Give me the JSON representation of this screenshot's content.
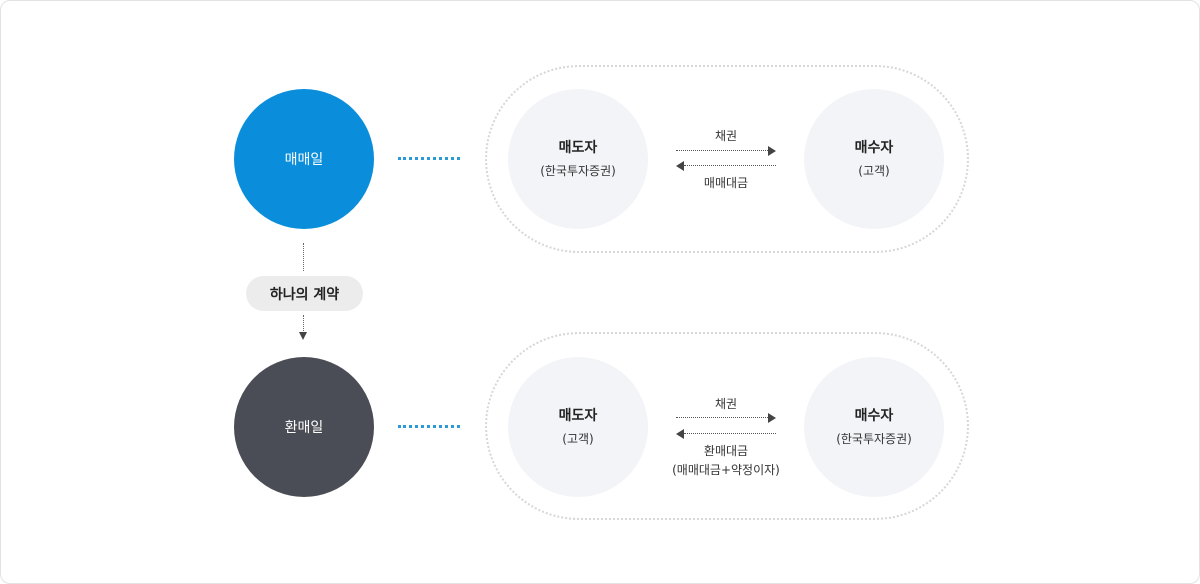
{
  "trade": {
    "date_label": "매매일",
    "seller": {
      "name": "매도자",
      "sub": "(한국투자증권)"
    },
    "buyer": {
      "name": "매수자",
      "sub": "(고객)"
    },
    "arrow_right_label": "채권",
    "arrow_left_label": "매매대금"
  },
  "contract": {
    "label": "하나의 계약"
  },
  "repurchase": {
    "date_label": "환매일",
    "seller": {
      "name": "매도자",
      "sub": "(고객)"
    },
    "buyer": {
      "name": "매수자",
      "sub": "(한국투자증권)"
    },
    "arrow_right_label": "채권",
    "arrow_left_label": "환매대금",
    "arrow_left_sub": "(매매대금+약정이자)"
  },
  "colors": {
    "trade_day": "#0a8edb",
    "repurchase_day": "#4a4d55",
    "dots": "#2a9ad8"
  }
}
